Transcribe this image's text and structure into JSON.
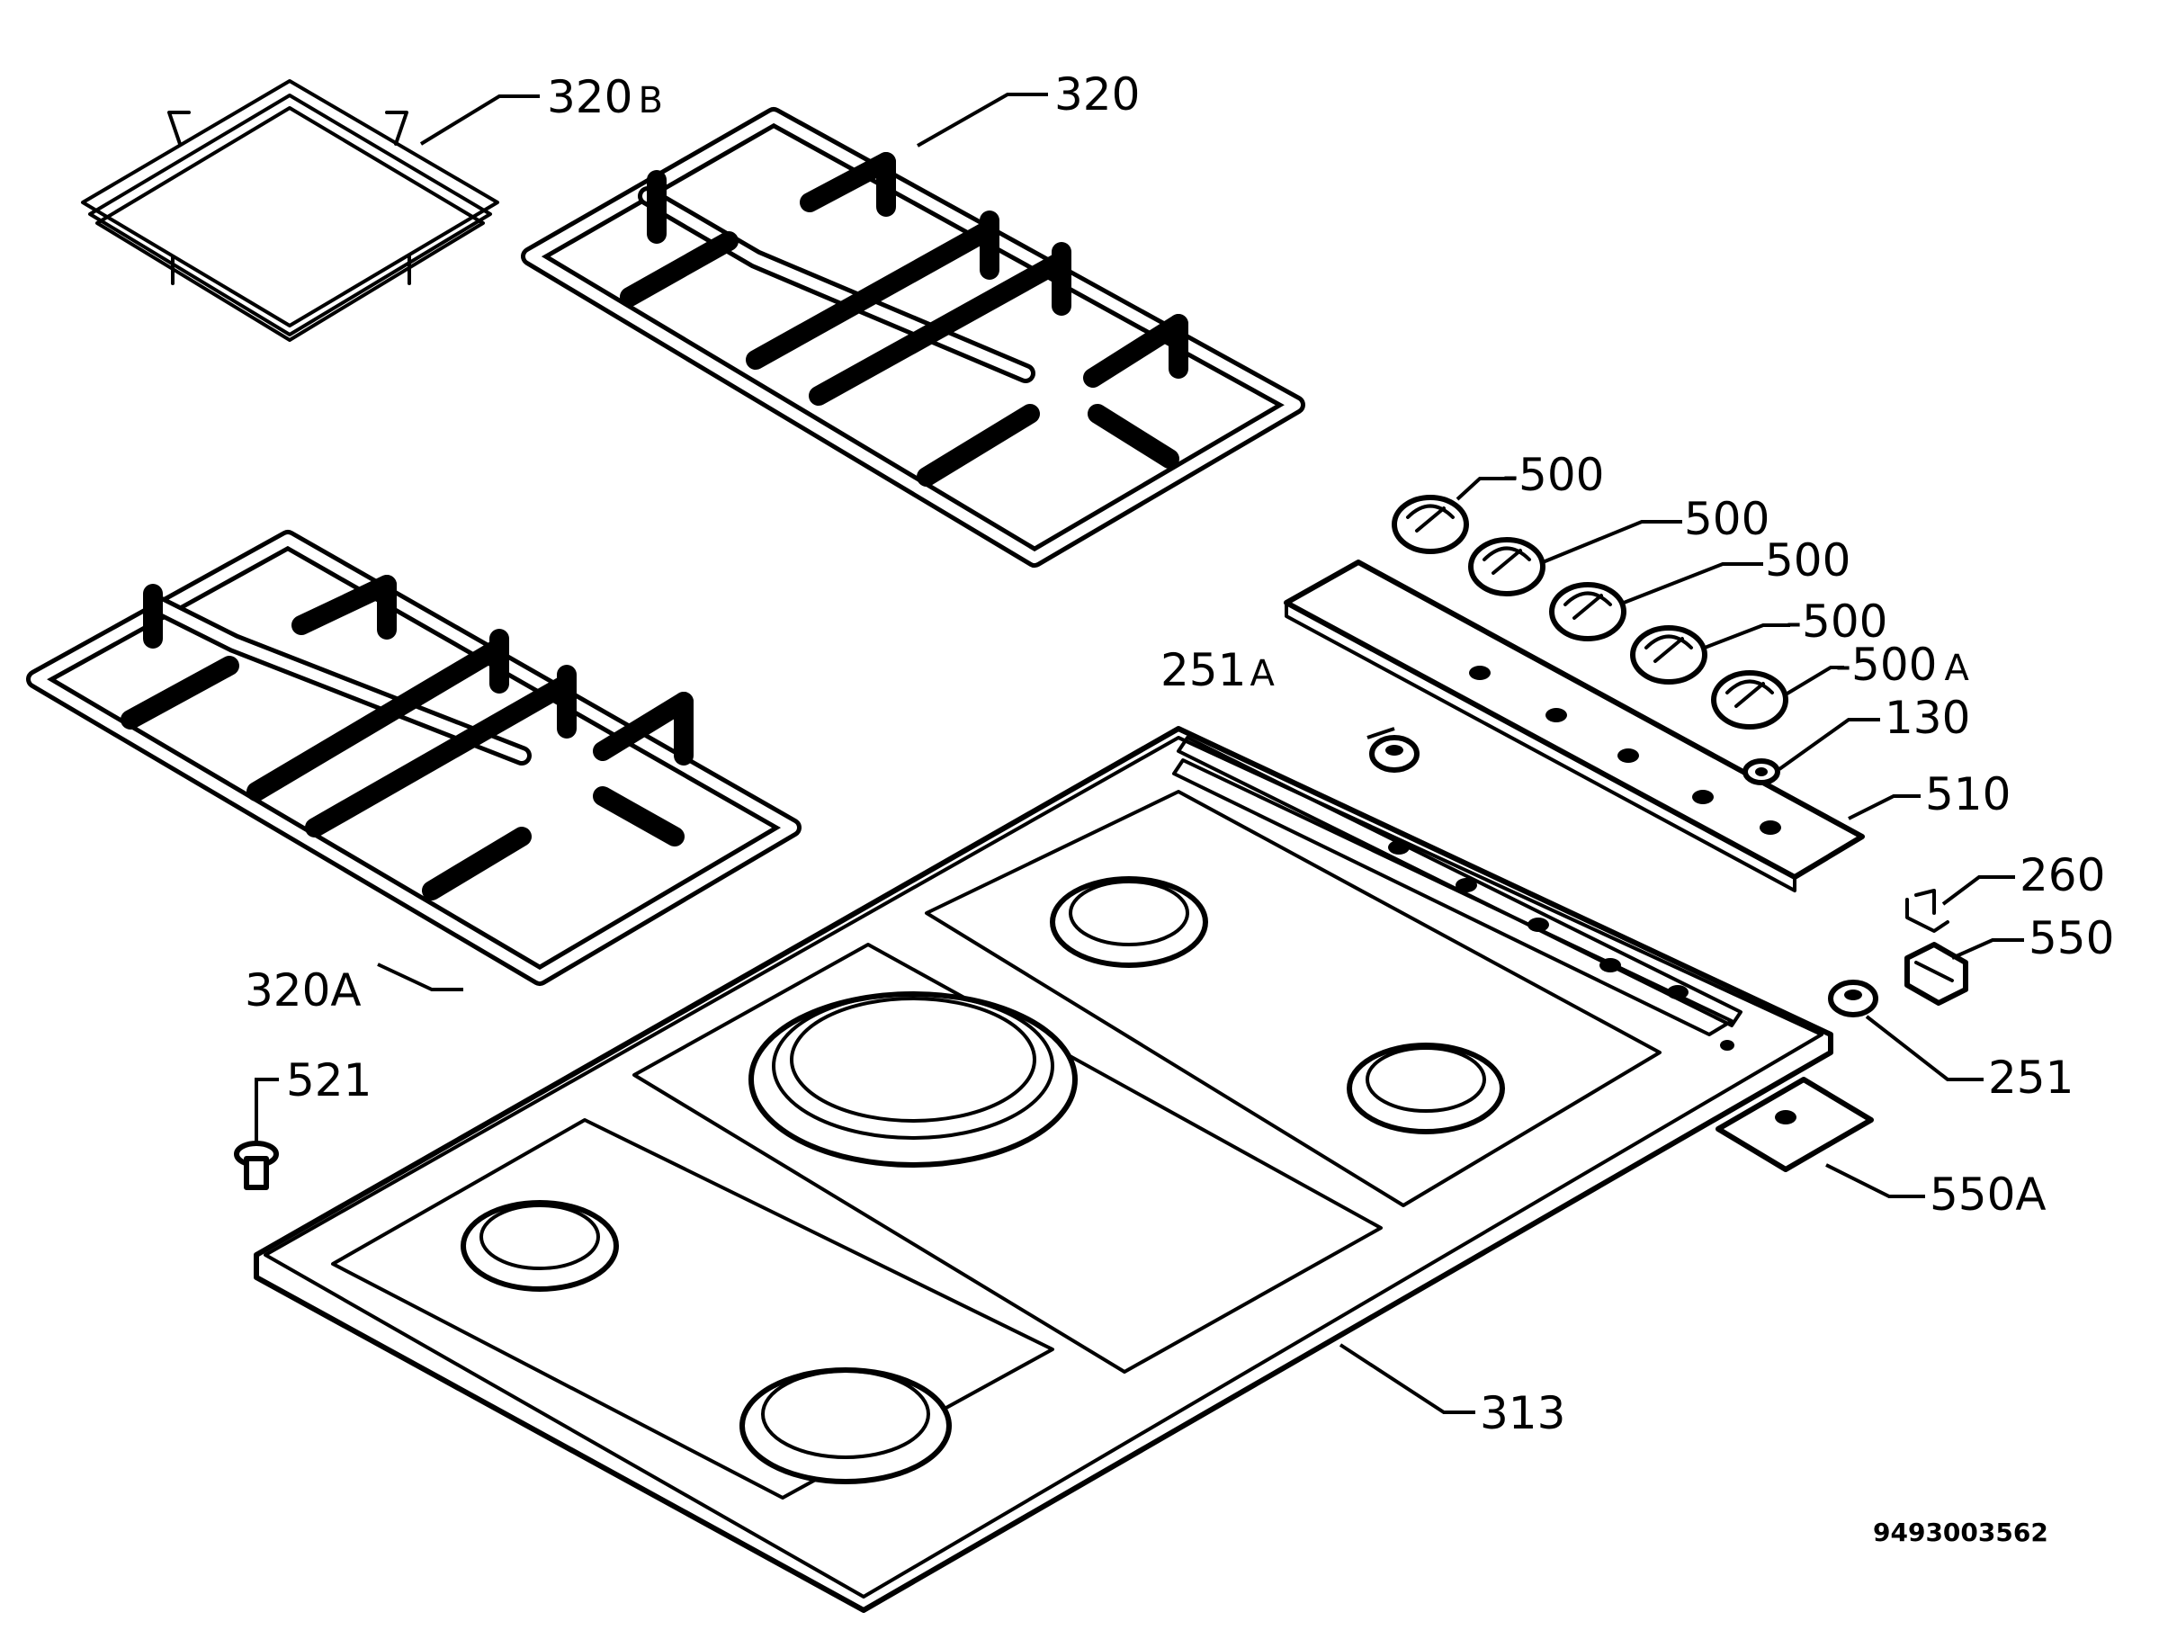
{
  "labels": {
    "grid_square": {
      "number": "320",
      "suffix": "B"
    },
    "grid_top": "320",
    "grid_left": "320A",
    "knob_1": "-500",
    "knob_2": "500",
    "knob_3": "500",
    "knob_4": "-500",
    "knob_5": {
      "number": "-500",
      "suffix": "A"
    },
    "washer": "130",
    "control_panel": "510",
    "clip": "260",
    "spark_module": "550",
    "seal_right": "251",
    "seal_top": {
      "number": "251",
      "suffix": "A"
    },
    "bracket": "550A",
    "screw": "521",
    "hob_top": "313"
  },
  "document_number": "9493003562"
}
